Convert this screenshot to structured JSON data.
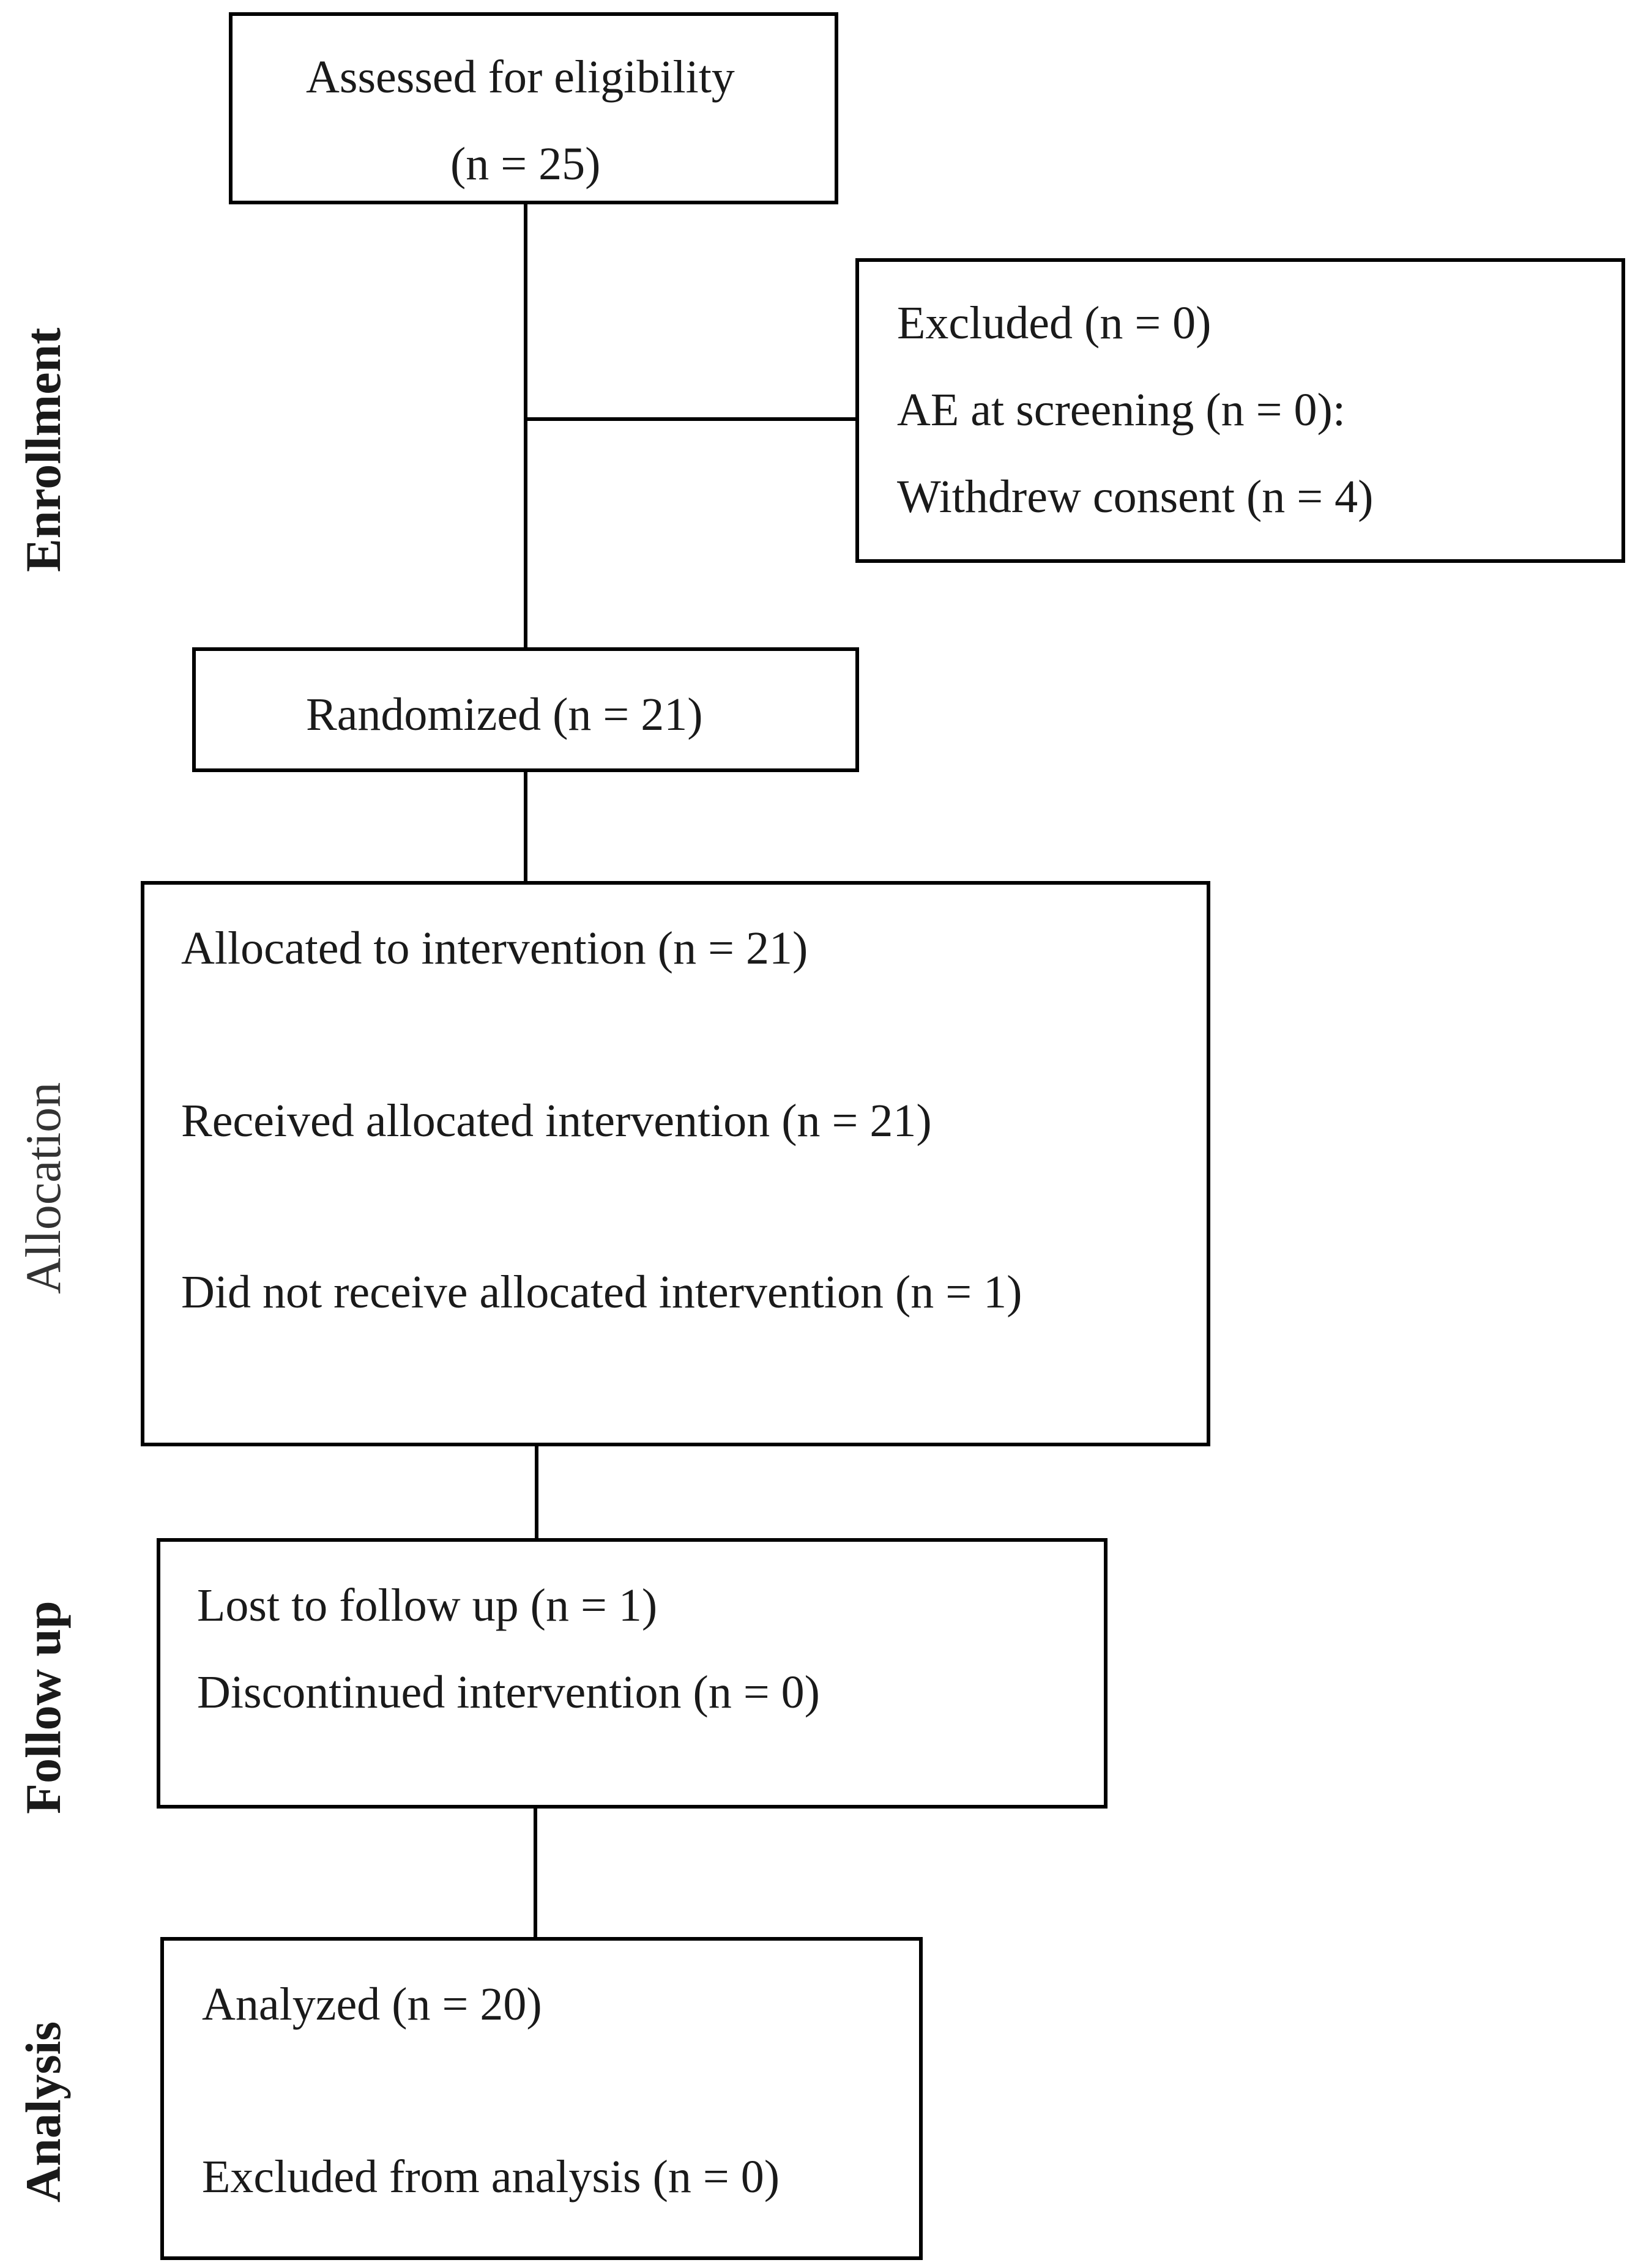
{
  "stages": {
    "enrollment": "Enrollment",
    "allocation": "Allocation",
    "follow_up": "Follow up",
    "analysis": "Analysis"
  },
  "assessed": {
    "line1": "Assessed for eligibility",
    "line2": "(n = 25)"
  },
  "excluded": {
    "line1": "Excluded (n = 0)",
    "line2": "AE at screening (n = 0):",
    "line3": "Withdrew consent (n = 4)"
  },
  "randomized": "Randomized (n = 21)",
  "allocation_box": {
    "line1": "Allocated to intervention (n = 21)",
    "line2": "Received allocated intervention (n = 21)",
    "line3": "Did not receive allocated intervention (n = 1)"
  },
  "followup_box": {
    "line1": "Lost to follow up (n = 1)",
    "line2": "Discontinued intervention (n = 0)"
  },
  "analysis_box": {
    "line1": "Analyzed (n = 20)",
    "line2": "Excluded from analysis (n = 0)"
  }
}
